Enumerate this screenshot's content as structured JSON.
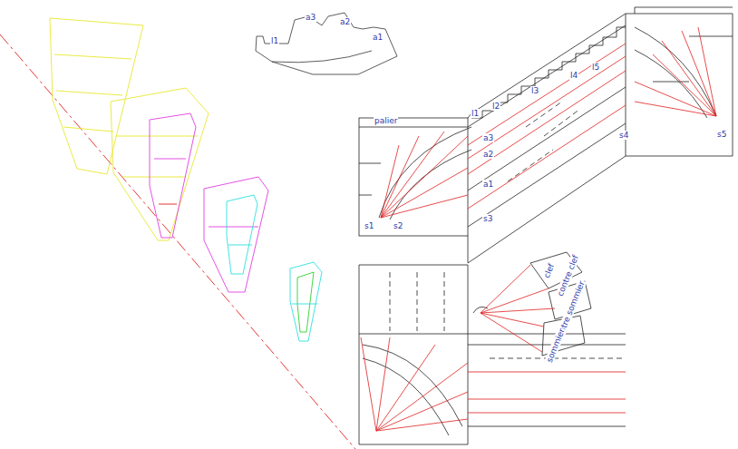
{
  "diagram": {
    "labels": [
      "l1",
      "a3",
      "a2",
      "a1",
      "palier",
      "l1",
      "l2",
      "l3",
      "l4",
      "l5",
      "a3",
      "a2",
      "a1",
      "s1",
      "s2",
      "s3",
      "s4",
      "s5",
      "clef",
      "contre clef",
      "contre sommier",
      "sommier"
    ]
  }
}
